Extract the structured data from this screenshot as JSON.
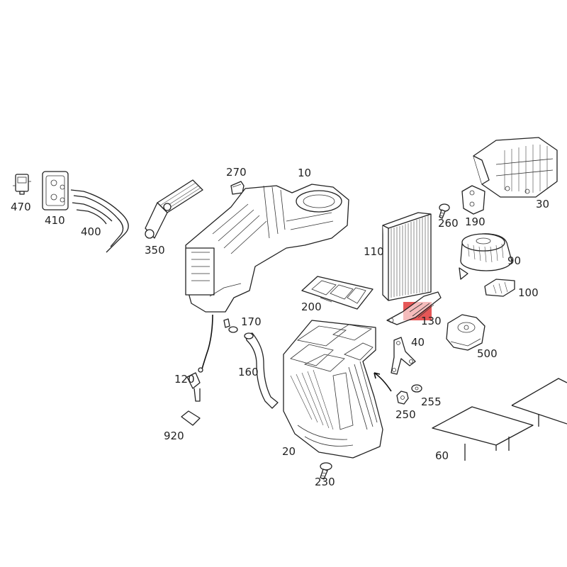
{
  "highlight_color": "#e23a3a",
  "parts": [
    {
      "number": "470",
      "icon": "connector-plug-icon"
    },
    {
      "number": "410",
      "icon": "seal-block-icon"
    },
    {
      "number": "400",
      "icon": "pipe-lines-icon"
    },
    {
      "number": "350",
      "icon": "heater-core-icon"
    },
    {
      "number": "270",
      "icon": "cap-icon"
    },
    {
      "number": "10",
      "icon": "upper-housing-icon"
    },
    {
      "number": "30",
      "icon": "control-unit-icon"
    },
    {
      "number": "190",
      "icon": "actuator-motor-icon"
    },
    {
      "number": "260",
      "icon": "screw-icon"
    },
    {
      "number": "110",
      "icon": "cabin-filter-icon"
    },
    {
      "number": "90",
      "icon": "blower-motor-icon"
    },
    {
      "number": "100",
      "icon": "blower-regulator-icon"
    },
    {
      "number": "200",
      "icon": "gasket-frame-icon"
    },
    {
      "number": "130",
      "icon": "filter-cover-icon",
      "highlighted": true
    },
    {
      "number": "170",
      "icon": "hose-clip-icon"
    },
    {
      "number": "40",
      "icon": "bracket-icon"
    },
    {
      "number": "500",
      "icon": "servo-motor-icon"
    },
    {
      "number": "160",
      "icon": "drain-hose-icon"
    },
    {
      "number": "120",
      "icon": "temperature-sensor-icon"
    },
    {
      "number": "255",
      "icon": "clip-icon"
    },
    {
      "number": "250",
      "icon": "nut-icon"
    },
    {
      "number": "920",
      "icon": "tape-pad-icon"
    },
    {
      "number": "20",
      "icon": "lower-housing-icon"
    },
    {
      "number": "60",
      "icon": "insulation-mat-icon"
    },
    {
      "number": "230",
      "icon": "bolt-icon"
    }
  ]
}
